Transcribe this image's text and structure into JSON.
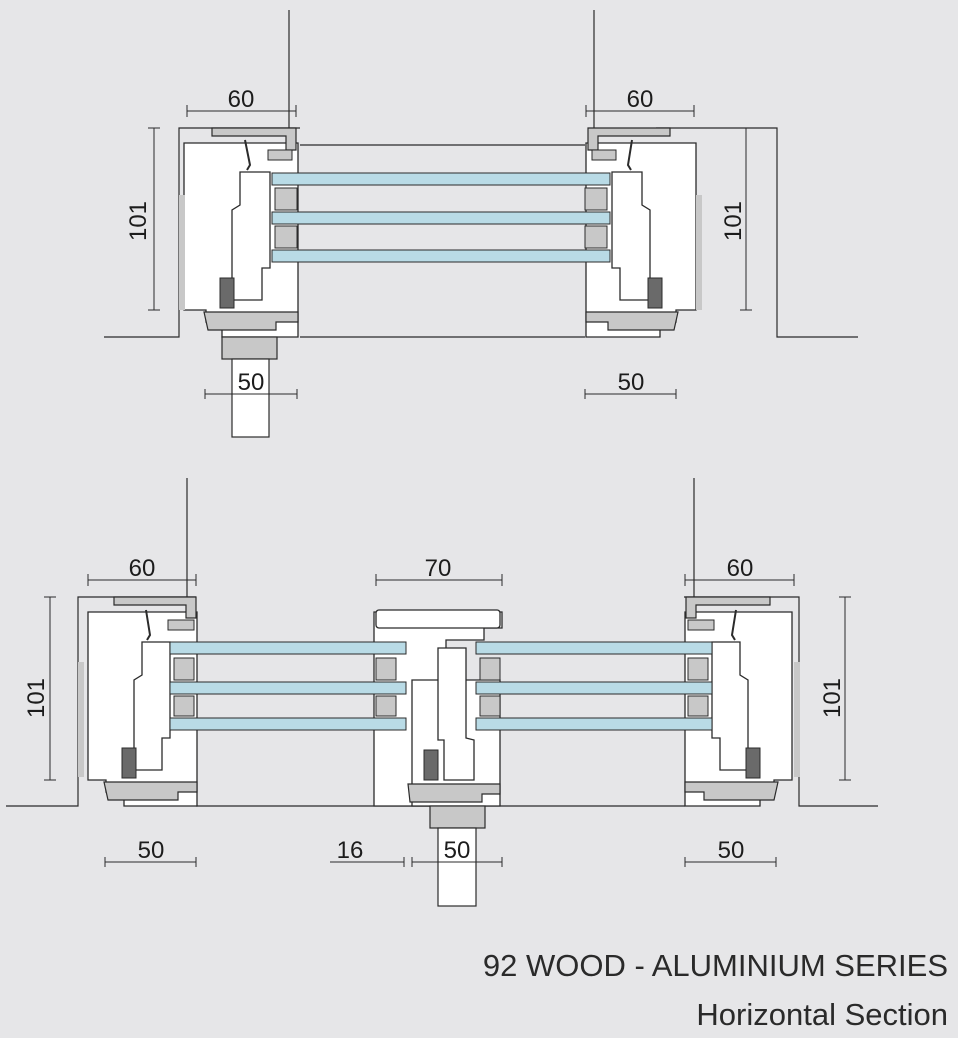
{
  "colors": {
    "background": "#e6e6e8",
    "wood": "#ffffff",
    "aluminium": "#c8c8c8",
    "gasket": "#6a6a6a",
    "glass": "#b9dbe6",
    "line": "#2b2b2b"
  },
  "top_section": {
    "dim_left_width": "60",
    "dim_right_width": "60",
    "dim_left_height": "101",
    "dim_right_height": "101",
    "dim_left_bottom": "50",
    "dim_right_bottom": "50"
  },
  "bottom_section": {
    "dim_left_width": "60",
    "dim_center_width": "70",
    "dim_right_width": "60",
    "dim_left_height": "101",
    "dim_right_height": "101",
    "dim_left_bottom": "50",
    "dim_gap": "16",
    "dim_center_bottom": "50",
    "dim_right_bottom": "50"
  },
  "caption": {
    "line1": "92 WOOD - ALUMINIUM SERIES",
    "line2": "Horizontal Section"
  }
}
